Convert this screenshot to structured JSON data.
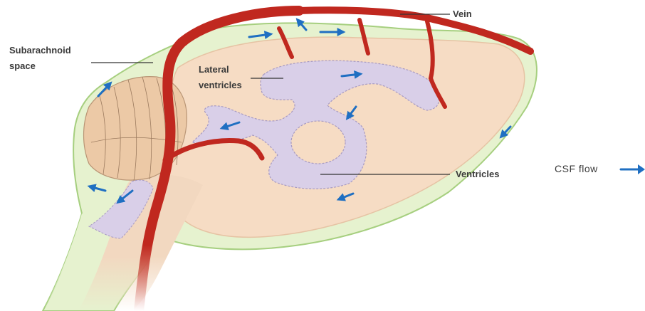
{
  "labels": {
    "vein": "Vein",
    "subarachnoid_line1": "Subarachnoid",
    "subarachnoid_line2": "space",
    "lateral_line1": "Lateral",
    "lateral_line2": "ventricles",
    "ventricles": "Ventricles"
  },
  "legend": {
    "csf_flow": "CSF flow"
  },
  "colors": {
    "csf_space": "#e6f2cf",
    "csf_outline": "#a6cf7f",
    "brain_tissue": "#f6dcc4",
    "cerebellum": "#ecc9a6",
    "ventricle_fill": "#d9cfe8",
    "vein": "#c0281f",
    "flow_arrow": "#1f6fc2",
    "text": "#3a3a3a",
    "leader_line": "#333333"
  }
}
